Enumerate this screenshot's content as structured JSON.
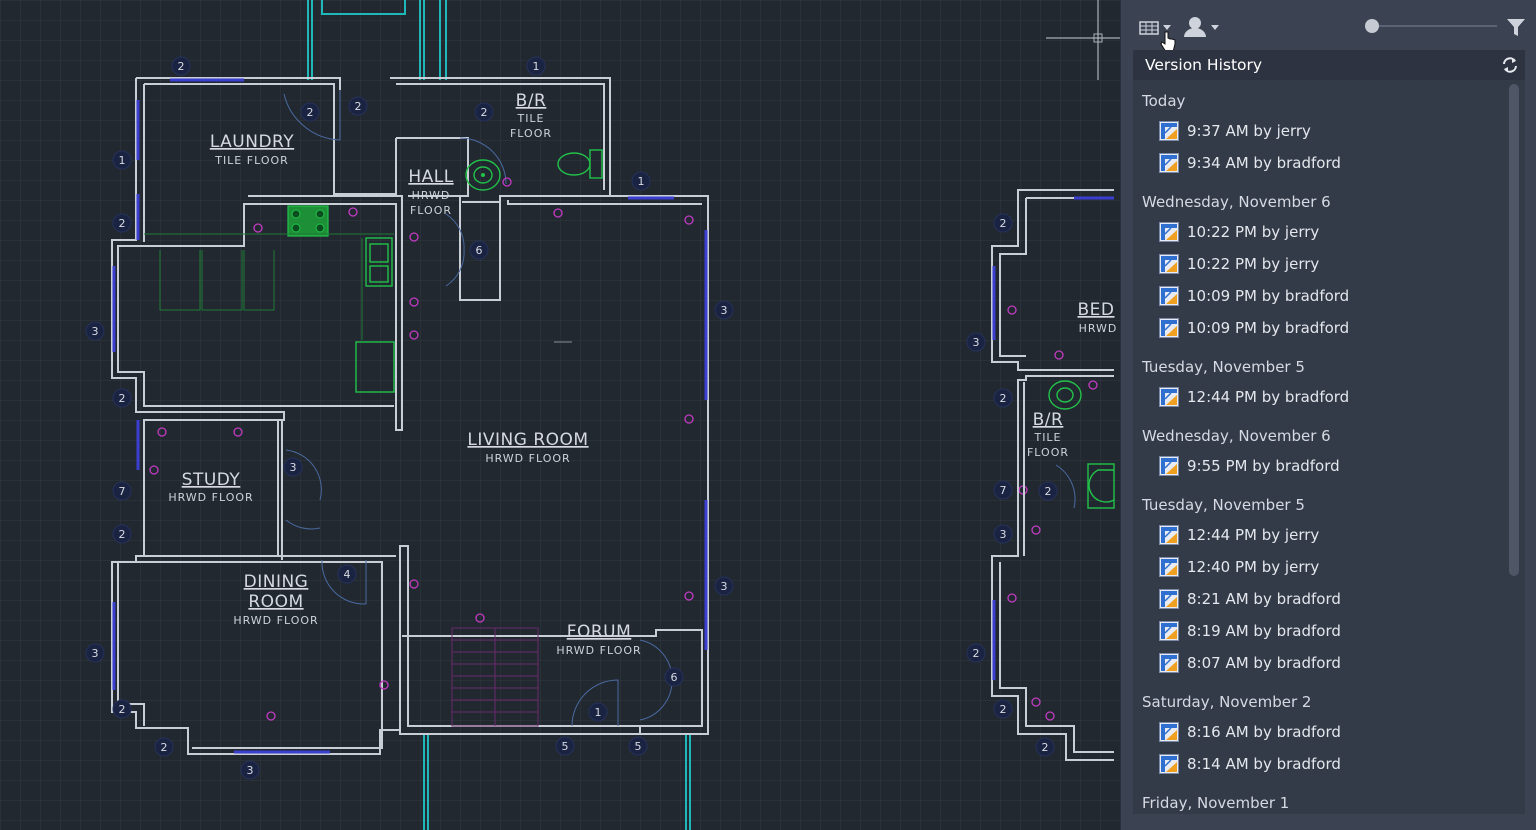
{
  "drawing": {
    "rooms": [
      {
        "name": "LAUNDRY",
        "floor": "TILE  FLOOR"
      },
      {
        "name": "B/R",
        "floor_line1": "TILE",
        "floor_line2": "FLOOR"
      },
      {
        "name": "HALL",
        "floor_line1": "HRWD",
        "floor_line2": "FLOOR"
      },
      {
        "name": "LIVING  ROOM",
        "floor": "HRWD  FLOOR"
      },
      {
        "name": "STUDY",
        "floor": "HRWD  FLOOR"
      },
      {
        "name": "DINING",
        "name_line2": "ROOM",
        "floor": "HRWD  FLOOR"
      },
      {
        "name": "FORUM",
        "floor": "HRWD  FLOOR"
      },
      {
        "name": "BED",
        "floor": "HRWD"
      },
      {
        "name": "B/R",
        "floor_line1": "TILE",
        "floor_line2": "FLOOR"
      }
    ],
    "tags": [
      "2",
      "2",
      "2",
      "1",
      "2",
      "1",
      "1",
      "2",
      "3",
      "2",
      "7",
      "2",
      "3",
      "2",
      "2",
      "3",
      "5",
      "5",
      "3",
      "3",
      "1",
      "6",
      "6",
      "3",
      "4",
      "2",
      "3",
      "2",
      "7",
      "2",
      "3",
      "2",
      "2",
      "2"
    ]
  },
  "palette": {
    "toolbar": {
      "view_icon": "grid-view-icon",
      "user_icon": "user-icon",
      "filter_icon": "filter-icon"
    },
    "title": "Version History",
    "refresh_icon": "refresh-icon",
    "groups": [
      {
        "label": "Today",
        "items": [
          "9:37 AM by jerry",
          "9:34 AM by bradford"
        ]
      },
      {
        "label": "Wednesday, November 6",
        "items": [
          "10:22 PM by jerry",
          "10:22 PM by jerry",
          "10:09 PM by bradford",
          "10:09 PM by bradford"
        ]
      },
      {
        "label": "Tuesday, November 5",
        "items": [
          "12:44 PM by bradford"
        ]
      },
      {
        "label": "Wednesday, November 6",
        "items": [
          "9:55 PM by bradford"
        ]
      },
      {
        "label": "Tuesday, November 5",
        "items": [
          "12:44 PM by jerry",
          "12:40 PM by jerry",
          "8:21 AM by bradford",
          "8:19 AM by bradford",
          "8:07 AM by bradford"
        ]
      },
      {
        "label": "Saturday, November 2",
        "items": [
          "8:16 AM by bradford",
          "8:14 AM by bradford"
        ]
      },
      {
        "label": "Friday, November 1",
        "items": []
      }
    ],
    "colors": {
      "panel_bg": "#3b4252",
      "list_bg": "#333a48",
      "header_bg": "#2d3340"
    }
  }
}
